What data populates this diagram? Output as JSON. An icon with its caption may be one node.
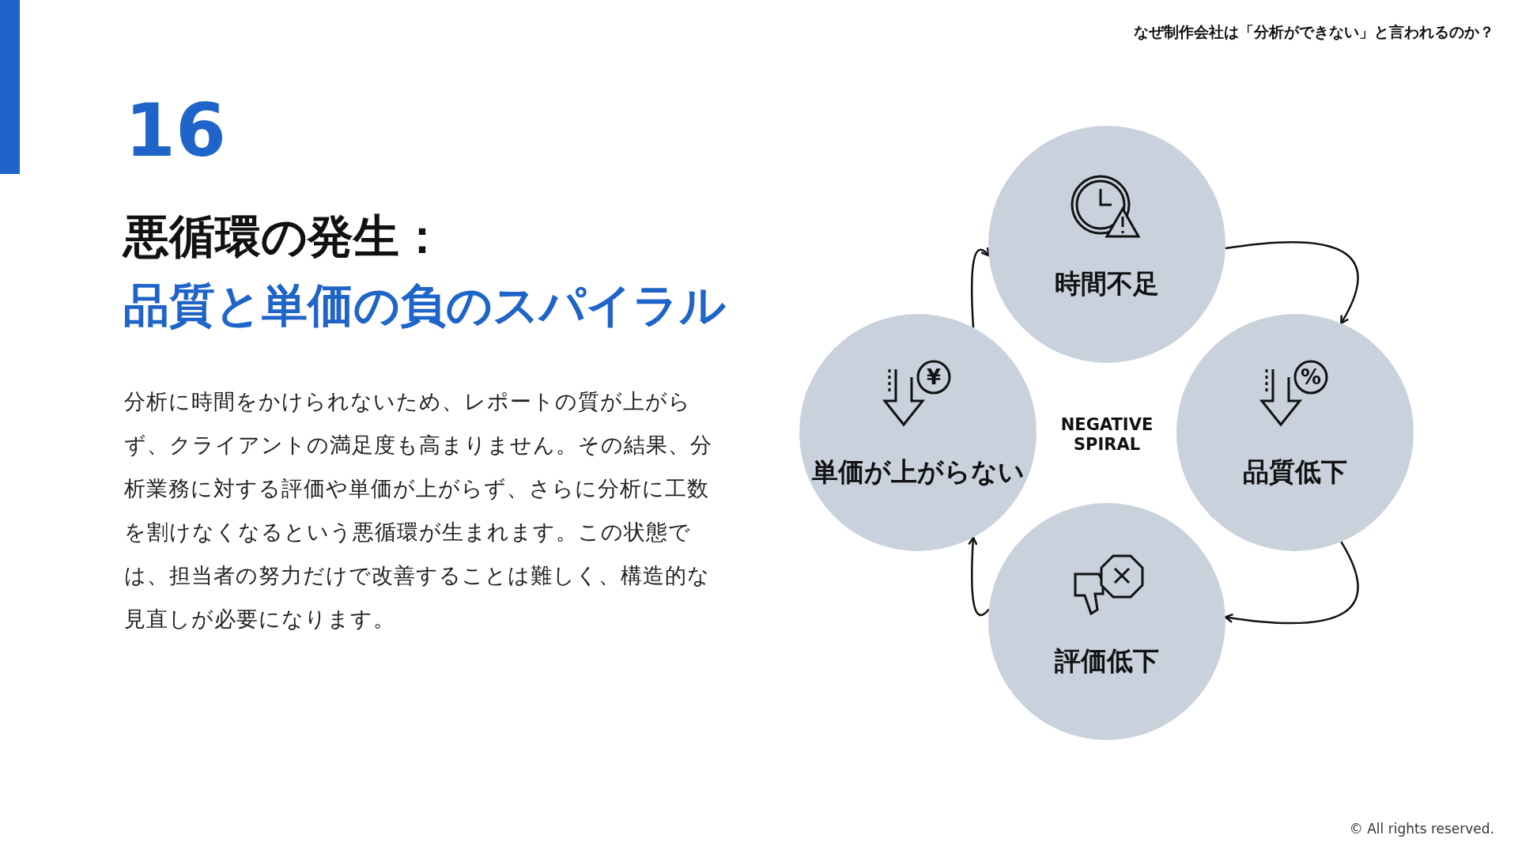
{
  "diagram": {
    "nodes": [
      {
        "text": [
          "時間不足"
        ]
      },
      {
        "text": [
          "品質低下"
        ]
      },
      {
        "text": [
          "評価低下"
        ]
      },
      {
        "text": [
          "単価が上がらない"
        ]
      }
    ],
    "edges": [
      {
        "from": 0,
        "to": 1,
        "arrow": "to"
      },
      {
        "from": 1,
        "to": 2,
        "arrow": "to"
      },
      {
        "from": 2,
        "to": 3,
        "arrow": "to"
      },
      {
        "from": 3,
        "to": 0,
        "arrow": "to"
      }
    ],
    "labels": [
      "なぜ制作会社は「分析ができない」と言われるのか？",
      "16",
      "悪循環の発生：",
      "品質と単価の負のスパイラル",
      "分析に時間をかけられないため、レポートの質が上がらず、クライアントの満足度も高まりません。その結果、分析業務に対する評価や単価が上がらず、さらに分析に工数を割けなくなるという悪循環が生まれます。この状態では、担当者の努力だけで改善することは難しく、構造的な見直しが必要になります。",
      "NEGATIVE SPIRAL",
      "%",
      "¥",
      "©  All rights reserved."
    ]
  }
}
